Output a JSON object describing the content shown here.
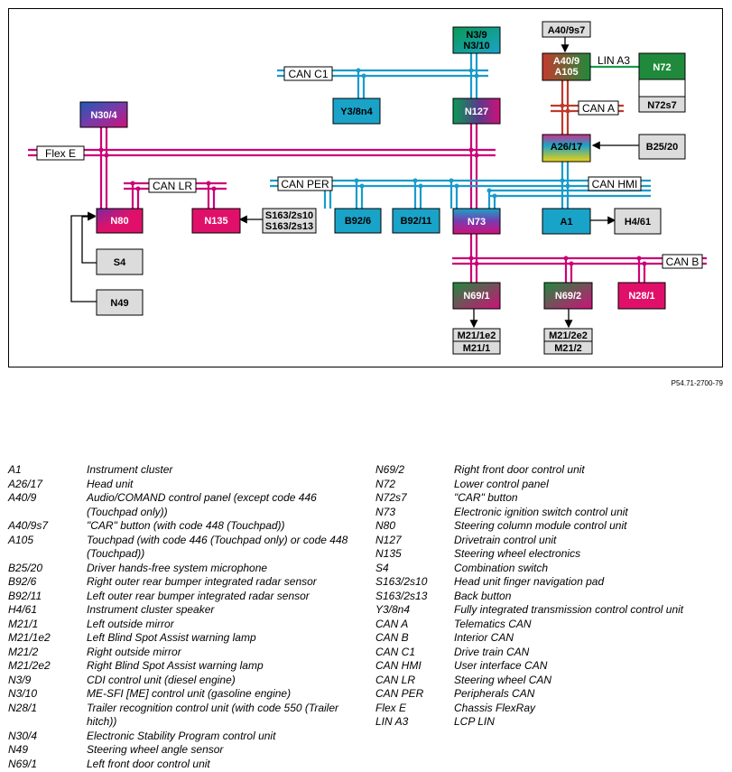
{
  "figure_id": "P54.71-2700-79",
  "colors": {
    "can_pink": "#cc0077",
    "can_blue": "#1a9bcc",
    "can_red": "#c0392b",
    "lin_green": "#1a9a4a",
    "box_gray": "#dcdcdc"
  },
  "buses": {
    "can_c1": "CAN C1",
    "flex_e": "Flex E",
    "can_lr": "CAN LR",
    "can_per": "CAN PER",
    "can_hmi": "CAN HMI",
    "can_a": "CAN A",
    "can_b": "CAN B",
    "lin_a3": "LIN A3"
  },
  "nodes": {
    "n3_9": "N3/9",
    "n3_10": "N3/10",
    "a40_9s7": "A40/9s7",
    "a40_9": "A40/9",
    "a105": "A105",
    "n72": "N72",
    "n72s7": "N72s7",
    "n30_4": "N30/4",
    "y3_8n4": "Y3/8n4",
    "n127": "N127",
    "a26_17": "A26/17",
    "b25_20": "B25/20",
    "n80": "N80",
    "n135": "N135",
    "s163_2s10": "S163/2s10",
    "s163_2s13": "S163/2s13",
    "b92_6": "B92/6",
    "b92_11": "B92/11",
    "n73": "N73",
    "a1": "A1",
    "h4_61": "H4/61",
    "s4": "S4",
    "n49": "N49",
    "n69_1": "N69/1",
    "n69_2": "N69/2",
    "n28_1": "N28/1",
    "m21_1e2": "M21/1e2",
    "m21_1": "M21/1",
    "m21_2e2": "M21/2e2",
    "m21_2": "M21/2"
  },
  "legend_left": [
    {
      "code": "A1",
      "desc": "Instrument cluster"
    },
    {
      "code": "A26/17",
      "desc": "Head unit"
    },
    {
      "code": "A40/9",
      "desc": "Audio/COMAND control panel (except code 446 (Touchpad only))"
    },
    {
      "code": "A40/9s7",
      "desc": "\"CAR\" button (with code 448 (Touchpad))"
    },
    {
      "code": "A105",
      "desc": "Touchpad (with code 446 (Touchpad only) or code 448 (Touchpad))"
    },
    {
      "code": "B25/20",
      "desc": "Driver hands-free system microphone"
    },
    {
      "code": "B92/6",
      "desc": "Right outer rear bumper integrated radar sensor"
    },
    {
      "code": "B92/11",
      "desc": "Left outer rear bumper integrated radar sensor"
    },
    {
      "code": "H4/61",
      "desc": "Instrument cluster speaker"
    },
    {
      "code": "M21/1",
      "desc": "Left outside mirror"
    },
    {
      "code": "M21/1e2",
      "desc": "Left Blind Spot Assist warning lamp"
    },
    {
      "code": "M21/2",
      "desc": "Right outside mirror"
    },
    {
      "code": "M21/2e2",
      "desc": "Right Blind Spot Assist warning lamp"
    },
    {
      "code": "N3/9",
      "desc": "CDI control unit (diesel engine)"
    },
    {
      "code": "N3/10",
      "desc": "ME-SFI [ME] control unit (gasoline engine)"
    },
    {
      "code": "N28/1",
      "desc": "Trailer recognition control unit (with code 550 (Trailer hitch))"
    },
    {
      "code": "N30/4",
      "desc": "Electronic Stability Program control unit"
    },
    {
      "code": "N49",
      "desc": "Steering wheel angle sensor"
    },
    {
      "code": "N69/1",
      "desc": "Left front door control unit"
    }
  ],
  "legend_right": [
    {
      "code": "N69/2",
      "desc": "Right front door control unit"
    },
    {
      "code": "N72",
      "desc": "Lower control panel"
    },
    {
      "code": "N72s7",
      "desc": "\"CAR\" button"
    },
    {
      "code": "N73",
      "desc": "Electronic ignition switch control unit"
    },
    {
      "code": "N80",
      "desc": "Steering column module control unit"
    },
    {
      "code": "N127",
      "desc": "Drivetrain control unit"
    },
    {
      "code": "N135",
      "desc": "Steering wheel electronics"
    },
    {
      "code": "S4",
      "desc": "Combination switch"
    },
    {
      "code": "S163/2s10",
      "desc": "Head unit finger navigation pad"
    },
    {
      "code": "S163/2s13",
      "desc": "Back button"
    },
    {
      "code": "Y3/8n4",
      "desc": "Fully integrated transmission control control unit"
    },
    {
      "code": "CAN A",
      "desc": "Telematics CAN"
    },
    {
      "code": "CAN B",
      "desc": "Interior CAN"
    },
    {
      "code": "CAN C1",
      "desc": "Drive train CAN"
    },
    {
      "code": "CAN HMI",
      "desc": "User interface CAN"
    },
    {
      "code": "CAN LR",
      "desc": "Steering wheel CAN"
    },
    {
      "code": "CAN PER",
      "desc": "Peripherals CAN"
    },
    {
      "code": "Flex E",
      "desc": "Chassis FlexRay"
    },
    {
      "code": "LIN A3",
      "desc": "LCP LIN"
    }
  ]
}
